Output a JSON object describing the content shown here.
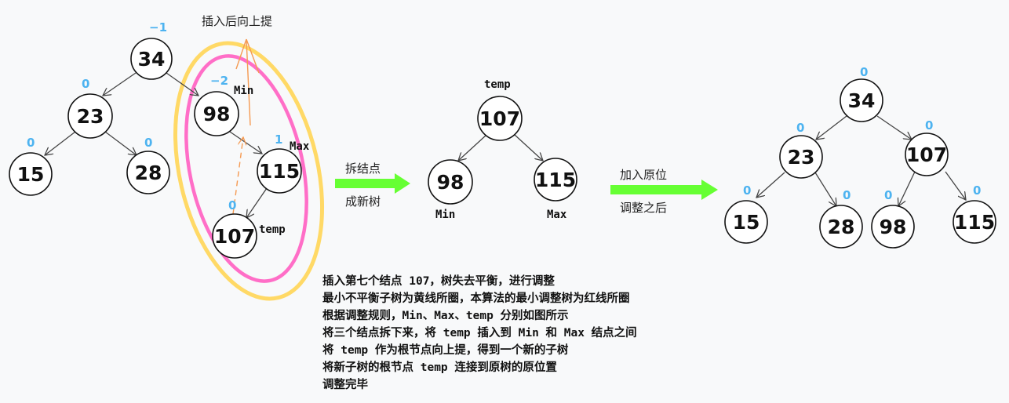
{
  "colors": {
    "balance": "#4db3f0",
    "yellow_circle": "#ffd966",
    "pink_circle": "#ff6ec7",
    "orange_arrow": "#f59a52",
    "green_arrow": "#66ff33"
  },
  "annotation": {
    "insert_lift": "插入后向上提"
  },
  "tree1": {
    "n34": "34",
    "n23": "23",
    "n15": "15",
    "n28": "28",
    "n98": "98",
    "n115": "115",
    "n107": "107",
    "b34": "−1",
    "b23": "0",
    "b15": "0",
    "b28": "0",
    "b98": "−2",
    "b115": "1",
    "b107": "0",
    "min": "Min",
    "max": "Max",
    "temp": "temp"
  },
  "arrow1": {
    "top": "拆结点",
    "bottom": "成新树"
  },
  "tree2": {
    "n107": "107",
    "n98": "98",
    "n115": "115",
    "temp": "temp",
    "min": "Min",
    "max": "Max"
  },
  "arrow2": {
    "top": "加入原位",
    "bottom": "调整之后"
  },
  "tree3": {
    "n34": "34",
    "n23": "23",
    "n107": "107",
    "n15": "15",
    "n28": "28",
    "n98": "98",
    "n115": "115",
    "b34": "0",
    "b23": "0",
    "b107": "0",
    "b15": "0",
    "b28": "0",
    "b98": "0",
    "b115": "0"
  },
  "notes": [
    "插入第七个结点 107，树失去平衡，进行调整",
    "最小不平衡子树为黄线所圈，本算法的最小调整树为红线所圈",
    "根据调整规则，Min、Max、temp 分别如图所示",
    "将三个结点拆下来，将 temp 插入到 Min 和 Max 结点之间",
    "将 temp 作为根节点向上提，得到一个新的子树",
    "将新子树的根节点 temp 连接到原树的原位置",
    "调整完毕"
  ]
}
